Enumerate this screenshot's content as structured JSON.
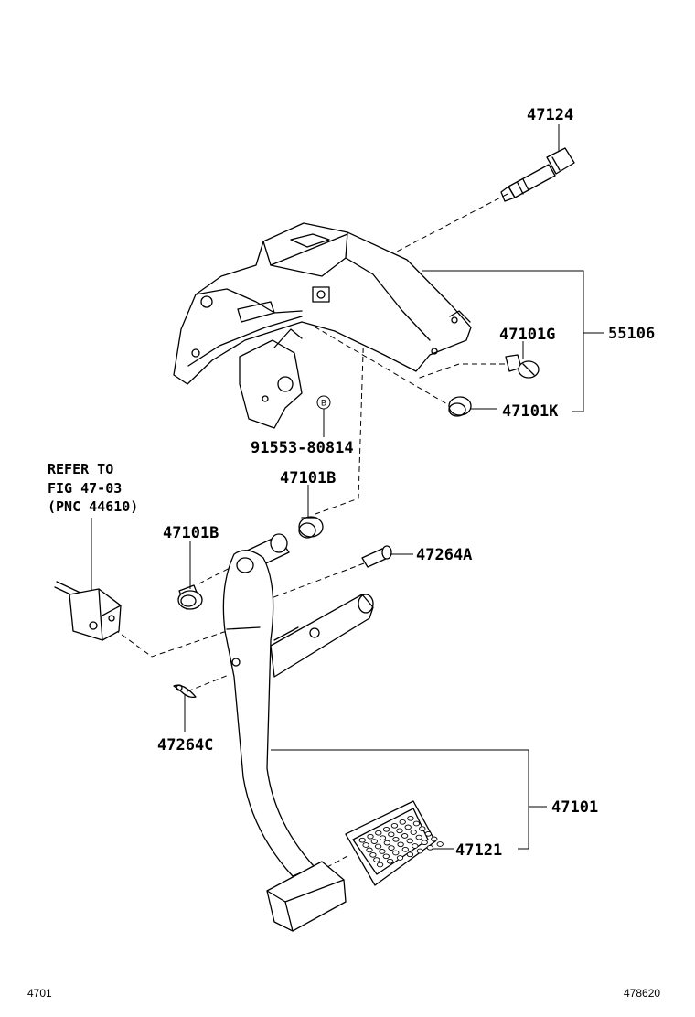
{
  "callouts": {
    "bolt_47124": "47124",
    "support_55106": "55106",
    "bolt_47101G": "47101G",
    "cap_47101K": "47101K",
    "pin_91553": "91553-80814",
    "bushing_47101B_right": "47101B",
    "bushing_47101B_left": "47101B",
    "pin_47264A": "47264A",
    "clip_47264C": "47264C",
    "pedal_47101": "47101",
    "pad_47121": "47121"
  },
  "reference_note": {
    "line1": "REFER TO",
    "line2": "FIG 47-03",
    "line3": "(PNC 44610)"
  },
  "marker_letter": "B",
  "footer": {
    "left_code": "4701",
    "right_code": "478620"
  }
}
